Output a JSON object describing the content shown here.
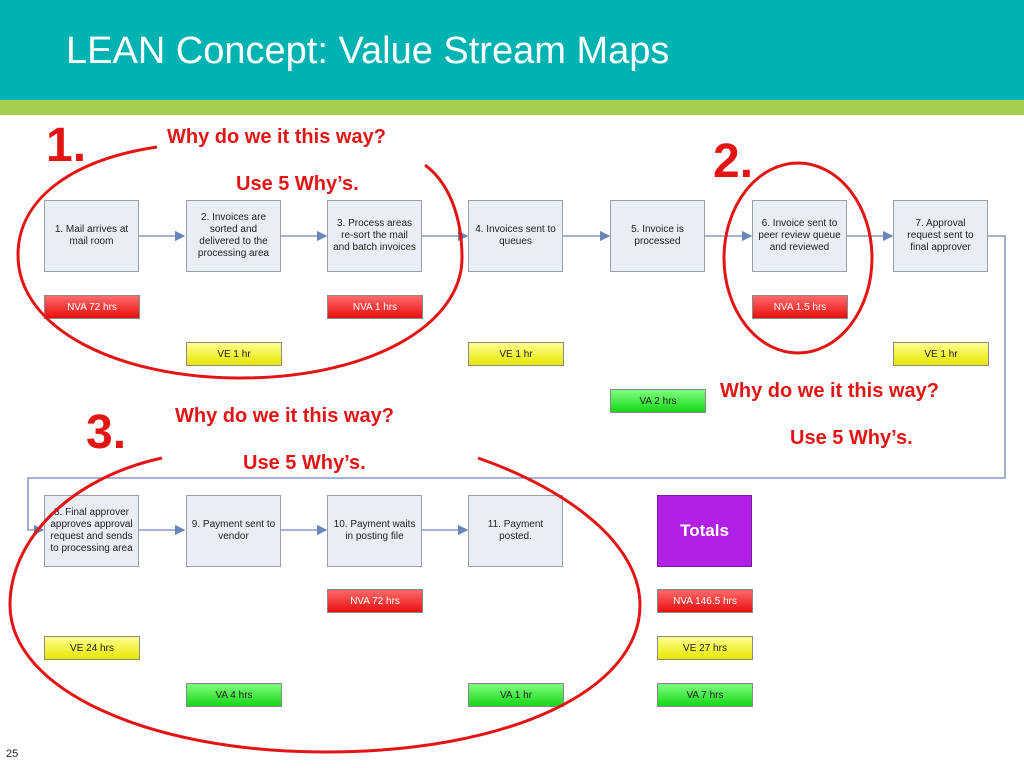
{
  "title": "LEAN Concept:  Value Stream Maps",
  "page_number": "25",
  "steps": [
    "1. Mail arrives at mail room",
    "2. Invoices are sorted and delivered to the processing area",
    "3. Process areas re-sort the mail and batch invoices",
    "4. Invoices sent to queues",
    "5. Invoice is processed",
    "6. Invoice sent to peer review queue and reviewed",
    "7. Approval request sent to final approver",
    "8. Final approver approves approval request and sends to processing area",
    "9. Payment sent to vendor",
    "10. Payment waits in posting file",
    "11. Payment posted."
  ],
  "totals_label": "Totals",
  "tags": {
    "nva_72_a": "NVA 72 hrs",
    "nva_1": "NVA 1 hrs",
    "nva_1_5": "NVA 1.5 hrs",
    "ve_1_a": "VE 1 hr",
    "ve_1_b": "VE 1 hr",
    "ve_1_c": "VE 1 hr",
    "va_2": "VA 2 hrs",
    "nva_72_b": "NVA 72 hrs",
    "nva_total": "NVA 146.5 hrs",
    "ve_24": "VE 24 hrs",
    "ve_total": "VE 27 hrs",
    "va_4": "VA 4 hrs",
    "va_1": "VA 1 hr",
    "va_total": "VA 7 hrs"
  },
  "callouts": {
    "c1": {
      "number": "1.",
      "question": "Why do we it this way?",
      "answer": "Use 5 Why’s."
    },
    "c2": {
      "number": "2.",
      "question": "Why do we it this way?",
      "answer": "Use 5 Why’s."
    },
    "c3": {
      "number": "3.",
      "question": "Why do we it this way?",
      "answer": "Use 5 Why’s."
    }
  },
  "colors": {
    "header": "#00b3b3",
    "header_stripe": "#a5cf4c",
    "nva": "#e81010",
    "ve": "#e6e600",
    "va": "#16d616",
    "totals": "#b21fe6",
    "callout": "#e31414"
  }
}
